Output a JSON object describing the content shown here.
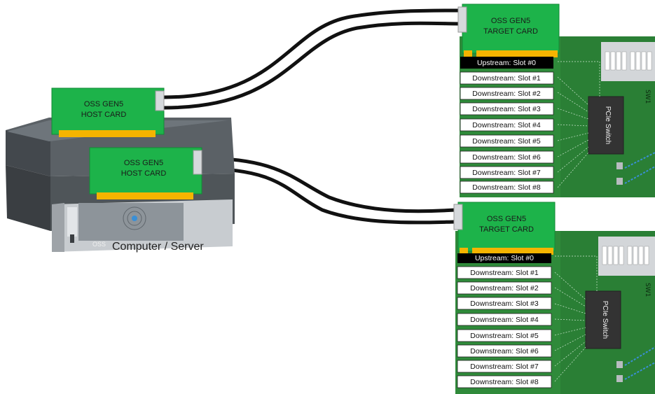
{
  "server": {
    "caption": "Computer / Server",
    "badge": "OSS"
  },
  "host_cards": [
    {
      "line1": "OSS GEN5",
      "line2": "HOST CARD"
    },
    {
      "line1": "OSS GEN5",
      "line2": "HOST CARD"
    }
  ],
  "target_cards": [
    {
      "line1": "OSS GEN5",
      "line2": "TARGET CARD"
    },
    {
      "line1": "OSS GEN5",
      "line2": "TARGET CARD"
    }
  ],
  "expansion_boards": [
    {
      "switch_label": "PCIe Switch",
      "sw_label": "SW1",
      "slots": [
        "Upstream: Slot #0",
        "Downstream: Slot #1",
        "Downstream: Slot #2",
        "Downstream: Slot #3",
        "Downstream: Slot #4",
        "Downstream: Slot #5",
        "Downstream: Slot #6",
        "Downstream: Slot #7",
        "Downstream: Slot #8"
      ]
    },
    {
      "switch_label": "PCIe Switch",
      "sw_label": "SW1",
      "slots": [
        "Upstream: Slot #0",
        "Downstream: Slot #1",
        "Downstream: Slot #2",
        "Downstream: Slot #3",
        "Downstream: Slot #4",
        "Downstream: Slot #5",
        "Downstream: Slot #6",
        "Downstream: Slot #7",
        "Downstream: Slot #8"
      ]
    }
  ],
  "colors": {
    "card_green": "#1db34a",
    "board_green": "#2f8a3a",
    "gold": "#f5b400",
    "cable": "#111111",
    "switch": "#333333",
    "link_blue": "#3a8fd6"
  }
}
